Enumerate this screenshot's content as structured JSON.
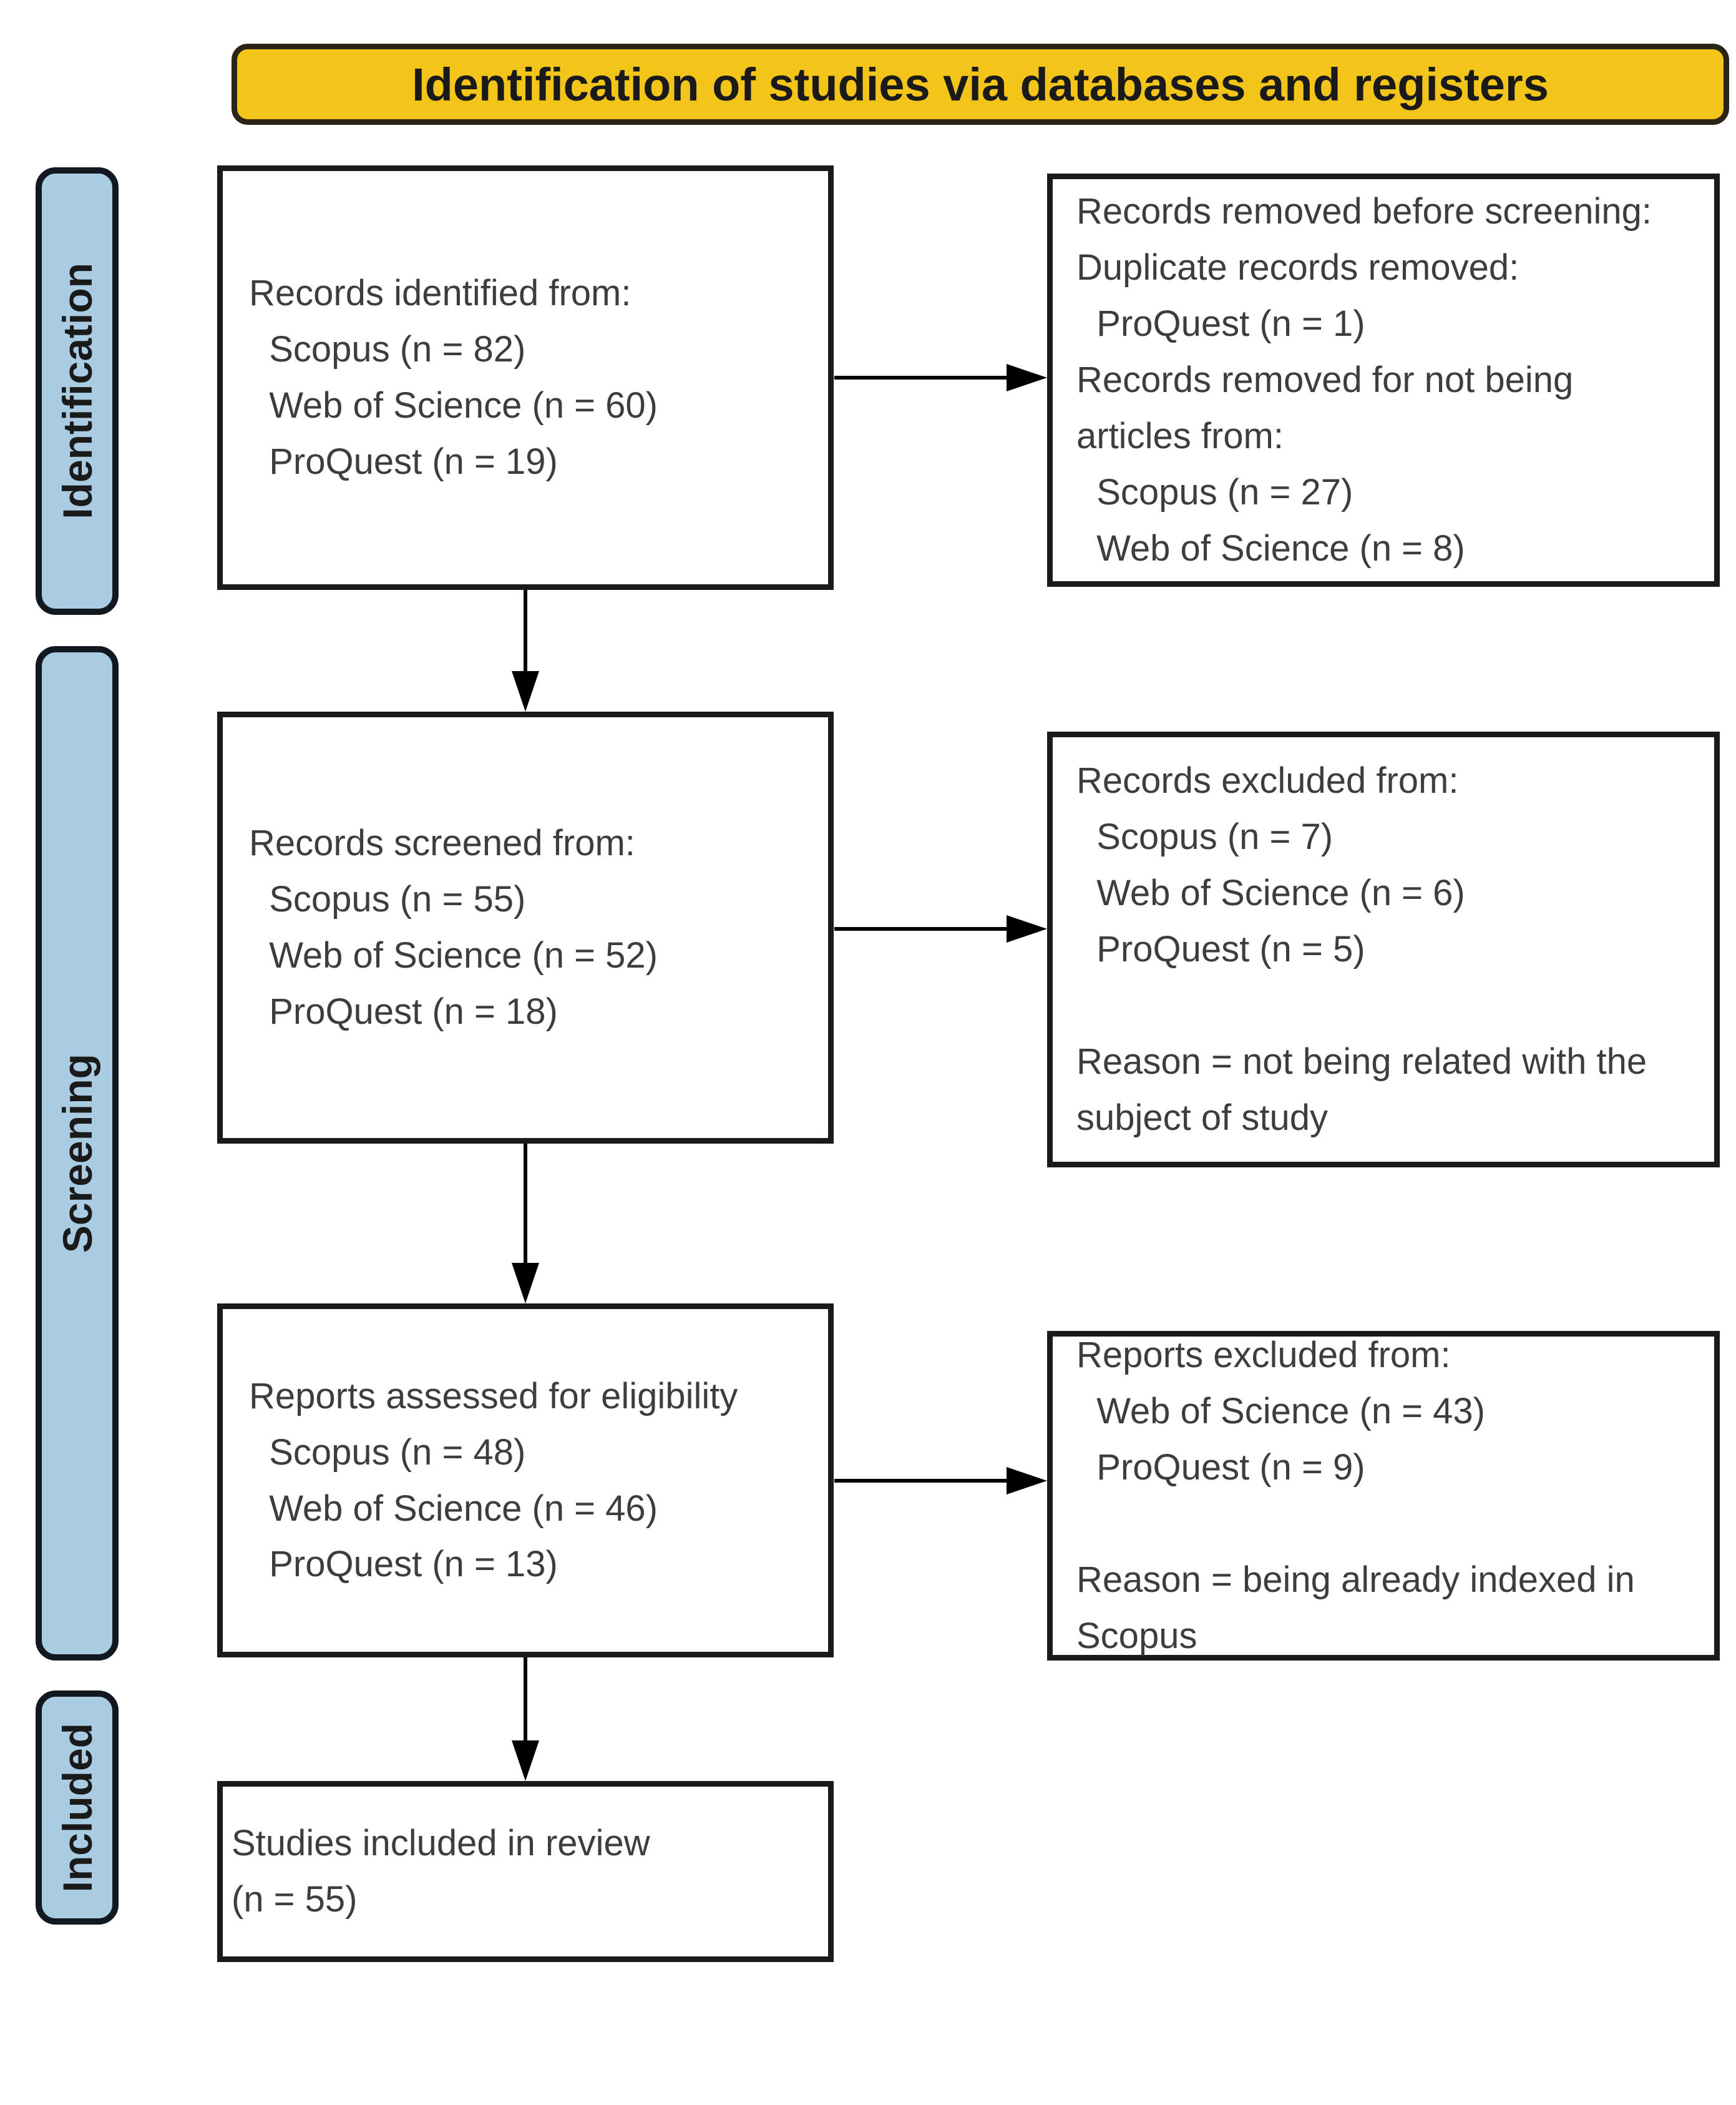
{
  "banner": {
    "title": "Identification of studies via databases and registers"
  },
  "stages": {
    "identification": "Identification",
    "screening": "Screening",
    "included": "Included"
  },
  "boxes": {
    "identified": "Records identified from:\n  Scopus (n = 82)\n  Web of Science (n = 60)\n  ProQuest (n = 19)",
    "removed_before_screening": "Records removed before screening:\nDuplicate records removed:\n  ProQuest (n = 1)\nRecords removed for not being\narticles from:\n  Scopus (n = 27)\n  Web of Science (n = 8)",
    "screened": "Records screened from:\n  Scopus (n = 55)\n  Web of Science (n = 52)\n  ProQuest (n = 18)",
    "excluded": "Records excluded from:\n  Scopus (n = 7)\n  Web of Science (n = 6)\n  ProQuest (n = 5)\n\nReason = not being related with the\nsubject of study",
    "assessed": "Reports assessed for eligibility\n  Scopus (n = 48)\n  Web of Science (n = 46)\n  ProQuest (n = 13)",
    "reports_excluded": "Reports excluded from:\n  Web of Science (n = 43)\n  ProQuest (n = 9)\n\nReason = being already indexed in\nScopus",
    "included": "Studies included in review\n(n = 55)"
  },
  "colors": {
    "banner_fill": "#F3C51A",
    "banner_border": "#2A2415",
    "stage_fill": "#AACCE3",
    "stage_border": "#121820",
    "box_border": "#1A1A1A",
    "body_text": "#3D3D3D",
    "arrow": "#000000"
  }
}
